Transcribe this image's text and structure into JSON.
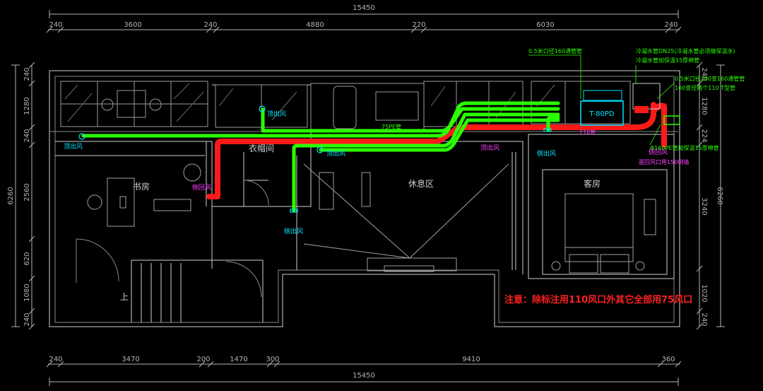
{
  "dimensions": {
    "top_total": "15450",
    "top_segments": [
      "240",
      "3600",
      "240",
      "4880",
      "220",
      "6030",
      "240"
    ],
    "bottom_segments": [
      "240",
      "3470",
      "200",
      "1470",
      "300",
      "9410",
      "360"
    ],
    "bottom_total": "15450",
    "left_segments": [
      "240",
      "1280",
      "240",
      "2560",
      "620",
      "1080",
      "240"
    ],
    "left_total": "6260",
    "right_segments": [
      "240",
      "1280",
      "224",
      "3240",
      "1020",
      "240"
    ],
    "right_total": "6260"
  },
  "rooms": {
    "study": "书房",
    "cloakroom": "衣帽间",
    "lounge": "休息区",
    "guest_room": "客房",
    "stair_up": "上"
  },
  "labels": {
    "top_out_1": "顶出风",
    "top_out_2": "顶出风",
    "top_out_3": "顶出风",
    "top_out_4": "顶出风",
    "side_return_1": "侧回风",
    "side_out_1": "侧出风",
    "side_out_2": "侧出风",
    "side_return_2": "侧回风",
    "return_note": "面回风口用150侧墙",
    "unit_model": "T-80PD",
    "pipe_75": "75PE管",
    "pipe_110": "110管"
  },
  "annotations": {
    "a1": "0.5米口径160通管管",
    "a2": "冷凝水管DN25(冷凝水管必须做保温水)",
    "a3": "冷凝水管加保温15厚棉管",
    "a4": "0.5米口径200变160通管管",
    "a5": "160变径两个110 T型管",
    "a6": "Φ160PE管加保温15厚棉管"
  },
  "note": "注意：除标注用110风口外其它全部用75风口",
  "colors": {
    "background": "#000000",
    "dim": "#b4b4b4",
    "wall": "#cfcfcf",
    "supply_duct": "#2aff00",
    "return_duct": "#ff1a1a",
    "cyan_label": "#00e5ff",
    "magenta_label": "#ff40ff",
    "note": "#ff2020"
  }
}
